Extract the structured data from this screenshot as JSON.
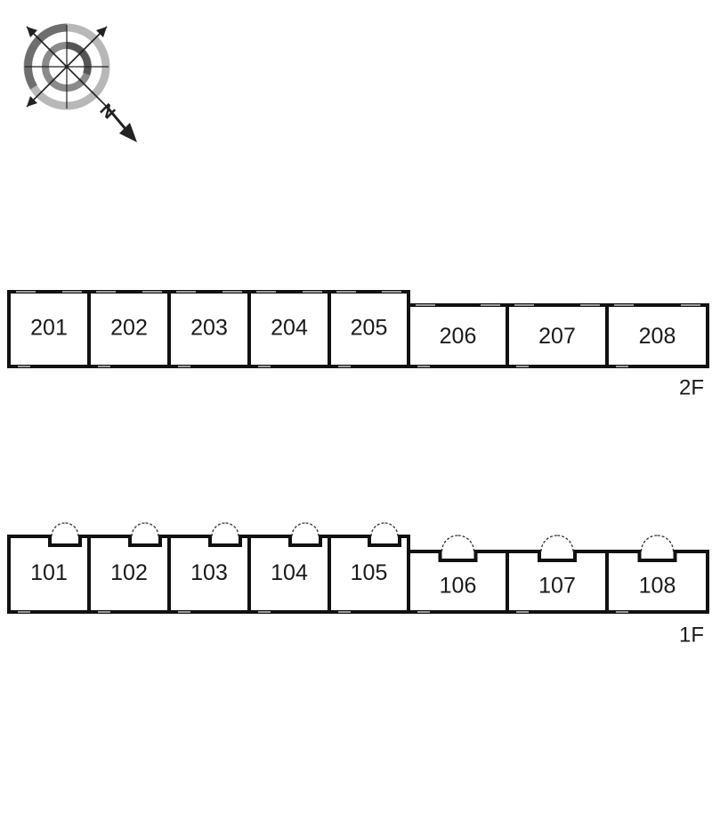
{
  "compass": {
    "north_letter": "N",
    "icon": "compass-rose-icon"
  },
  "floors": [
    {
      "id": "2F",
      "label": "2F",
      "units": [
        "201",
        "202",
        "203",
        "204",
        "205",
        "206",
        "207",
        "208"
      ]
    },
    {
      "id": "1F",
      "label": "1F",
      "units": [
        "101",
        "102",
        "103",
        "104",
        "105",
        "106",
        "107",
        "108"
      ]
    }
  ],
  "colors": {
    "wall": "#111111",
    "text": "#1a1a1a",
    "compass_ring_dark": "#6e6e6e",
    "compass_ring_light": "#b5b5b5"
  }
}
